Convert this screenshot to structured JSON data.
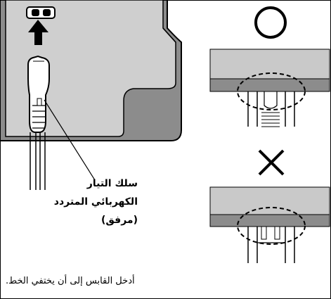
{
  "labels": {
    "cable_line1": "سلك التيار",
    "cable_line2": "الكهربائي المتردد",
    "cable_line3": "(مرفق)",
    "caption": "أدخل القابس إلى أن يختفي الخط."
  },
  "symbols": {
    "correct": "circle-symbol",
    "incorrect": "cross-symbol"
  },
  "colors": {
    "device_gray": "#cfcfcf",
    "device_dark": "#8c8c8c",
    "panel_gray": "#c9c9c9",
    "ink": "#000000"
  }
}
